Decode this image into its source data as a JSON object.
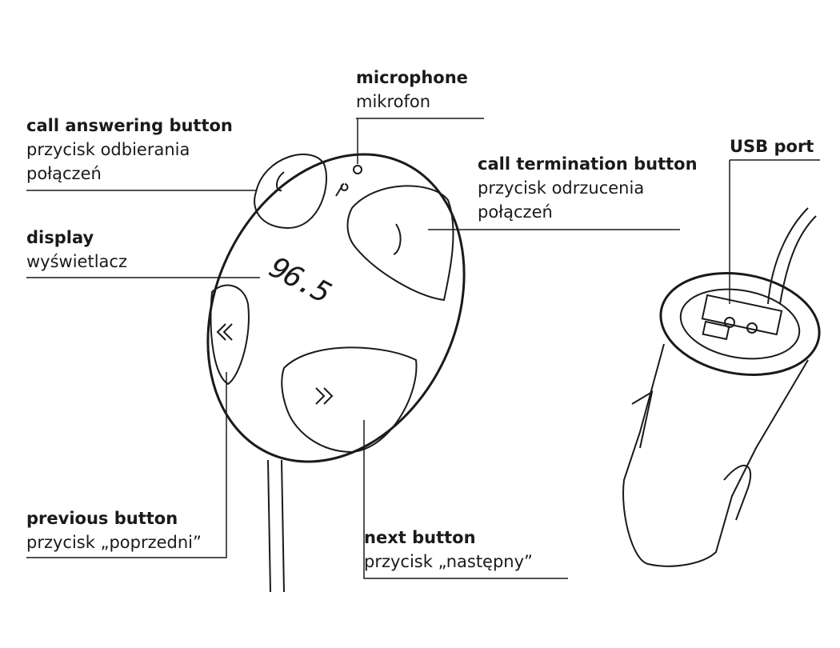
{
  "labels": {
    "microphone": {
      "en": "microphone",
      "pl": "mikrofon"
    },
    "call_answer": {
      "en": "call answering button",
      "pl1": "przycisk odbierania",
      "pl2": "połączeń"
    },
    "call_end": {
      "en": "call termination button",
      "pl1": "przycisk odrzucenia",
      "pl2": "połączeń"
    },
    "usb": {
      "en": "USB port"
    },
    "display": {
      "en": "display",
      "pl": "wyświetlacz"
    },
    "previous": {
      "en": "previous button",
      "pl": "przycisk „poprzedni”"
    },
    "next": {
      "en": "next button",
      "pl": "przycisk „następny”"
    }
  },
  "device": {
    "display_value": "96.5"
  }
}
